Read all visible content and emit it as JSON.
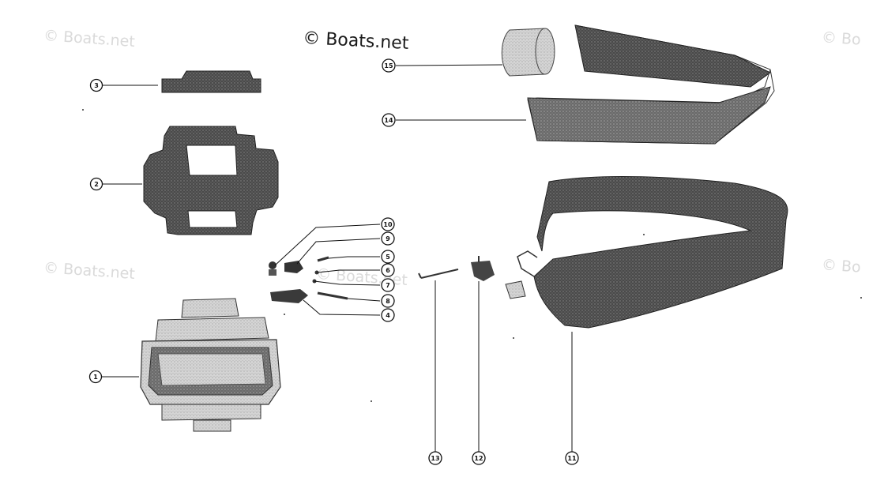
{
  "watermarks": {
    "main": "© Boats.net",
    "faint": "© Boats.net",
    "faint_cut": "© Bo"
  },
  "callouts": [
    "1",
    "2",
    "3",
    "4",
    "5",
    "6",
    "7",
    "8",
    "9",
    "10",
    "11",
    "12",
    "13",
    "14",
    "15"
  ],
  "colors": {
    "ink": "#111111",
    "part_dark": "#3a3a3a",
    "part_mid": "#6e6e6e",
    "part_light": "#c9c9c9",
    "watermark": "#dadada"
  }
}
